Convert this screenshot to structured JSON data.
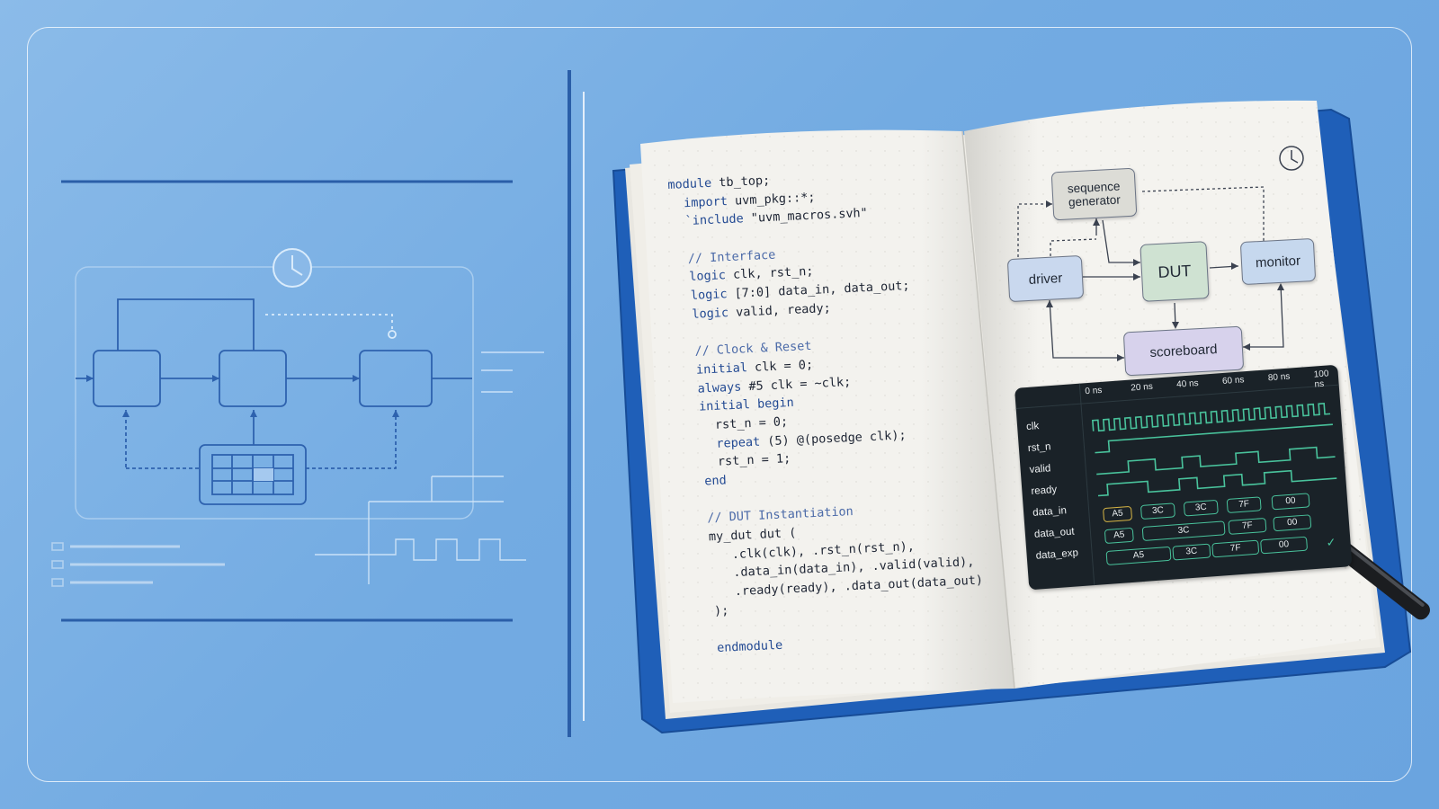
{
  "code": {
    "lines": [
      {
        "t": "module tb_top;",
        "kw": "module"
      },
      {
        "t": "  import uvm_pkg::*;",
        "kw": "import"
      },
      {
        "t": "  `include \"uvm_macros.svh\"",
        "kw": "`include"
      },
      {
        "t": ""
      },
      {
        "t": "  // Interface",
        "c": true
      },
      {
        "t": "  logic clk, rst_n;",
        "kw": "logic"
      },
      {
        "t": "  logic [7:0] data_in, data_out;",
        "kw": "logic"
      },
      {
        "t": "  logic valid, ready;",
        "kw": "logic"
      },
      {
        "t": ""
      },
      {
        "t": "  // Clock & Reset",
        "c": true
      },
      {
        "t": "  initial clk = 0;",
        "kw": "initial"
      },
      {
        "t": "  always #5 clk = ~clk;",
        "kw": "always"
      },
      {
        "t": "  initial begin",
        "kw": "initial begin"
      },
      {
        "t": "    rst_n = 0;"
      },
      {
        "t": "    repeat (5) @(posedge clk);",
        "kw": "repeat"
      },
      {
        "t": "    rst_n = 1;"
      },
      {
        "t": "  end",
        "kw": "end"
      },
      {
        "t": ""
      },
      {
        "t": "  // DUT Instantiation",
        "c": true
      },
      {
        "t": "  my_dut dut ("
      },
      {
        "t": "     .clk(clk), .rst_n(rst_n),"
      },
      {
        "t": "     .data_in(data_in), .valid(valid),"
      },
      {
        "t": "     .ready(ready), .data_out(data_out)"
      },
      {
        "t": "  );"
      },
      {
        "t": ""
      },
      {
        "t": "  endmodule",
        "kw": "endmodule"
      }
    ]
  },
  "diagram": {
    "sequence_generator": "sequence\ngenerator",
    "driver": "driver",
    "dut": "DUT",
    "monitor": "monitor",
    "scoreboard": "scoreboard",
    "colors": {
      "seqgen": "#dcdcd6",
      "driver": "#c9d8ee",
      "dut": "#cfe2d2",
      "monitor": "#c6d8ee",
      "scoreboard": "#d7d2ec"
    }
  },
  "waveform": {
    "ticks": [
      "0 ns",
      "20 ns",
      "40 ns",
      "60 ns",
      "80 ns",
      "100 ns"
    ],
    "signals": [
      "clk",
      "rst_n",
      "valid",
      "ready",
      "data_in",
      "data_out",
      "data_exp"
    ],
    "data_in": [
      "A5",
      "3C",
      "3C",
      "7F",
      "00"
    ],
    "data_out": [
      "A5",
      "3C",
      "7F",
      "00"
    ],
    "data_exp": [
      "A5",
      "3C",
      "7F",
      "00"
    ],
    "check_mark": "✓",
    "accent": "#49c39c"
  }
}
